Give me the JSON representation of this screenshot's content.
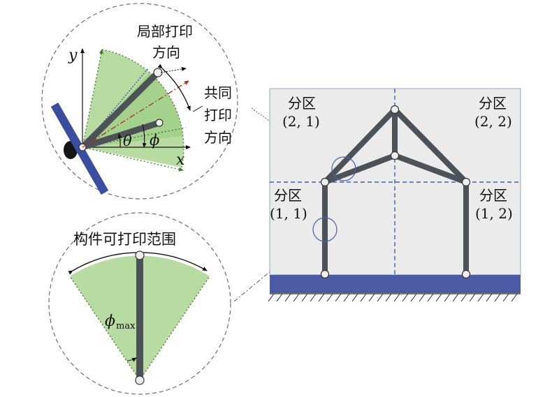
{
  "top_detail": {
    "axis_y": "y",
    "axis_x": "x",
    "theta": "θ",
    "phi": "ϕ",
    "local_dir_line1": "局部打印",
    "local_dir_line2": "方向",
    "common_dir_line1": "共同",
    "common_dir_line2": "打印",
    "common_dir_line3": "方向"
  },
  "bottom_detail": {
    "title": "构件可打印范围",
    "phi_max_symbol": "ϕ",
    "phi_max_subscript": "max"
  },
  "frame": {
    "zones": [
      {
        "line1": "分区",
        "line2": "(2, 1)"
      },
      {
        "line1": "分区",
        "line2": "(2, 2)"
      },
      {
        "line1": "分区",
        "line2": "(1, 1)"
      },
      {
        "line1": "分区",
        "line2": "(1, 2)"
      }
    ]
  },
  "colors": {
    "green_fill": "#b7dba0",
    "green_dark": "#8cc070",
    "member": "#4d5258",
    "support": "#4a5aa5",
    "panel_bg": "#ebebeb",
    "dashed_blue": "#3f5fae",
    "circle_outline": "#5a5a8a"
  }
}
